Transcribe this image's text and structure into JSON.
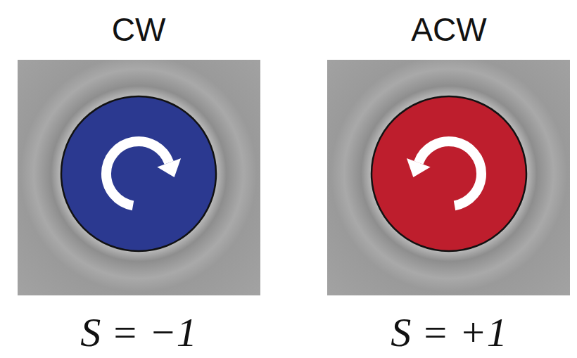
{
  "diagram": {
    "labels": [
      "CW",
      "ACW",
      "S = −1",
      "S = +1"
    ]
  }
}
